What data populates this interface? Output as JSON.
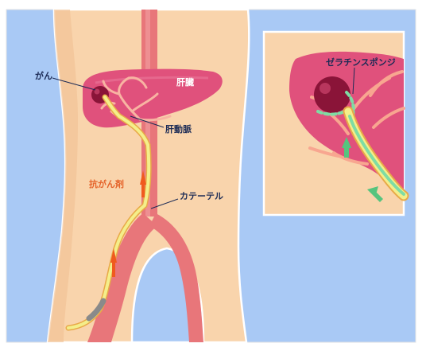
{
  "labels": {
    "cancer": "がん",
    "liver": "肝臓",
    "hepatic_artery": "肝動脈",
    "anticancer_drug": "抗がん剤",
    "catheter": "カテーテル",
    "gelatin_sponge": "ゼラチンスポンジ"
  },
  "colors": {
    "background": "#a9c9f5",
    "body_skin": "#f9d4ac",
    "liver": "#e0517c",
    "artery": "#e8767a",
    "tumor": "#8a1438",
    "catheter_fill": "#f4ee8a",
    "drug_flow": "#7fdca4",
    "arrow_orange": "#f05a1e",
    "arrow_green": "#56c47e",
    "label_text": "#1b2a55"
  }
}
